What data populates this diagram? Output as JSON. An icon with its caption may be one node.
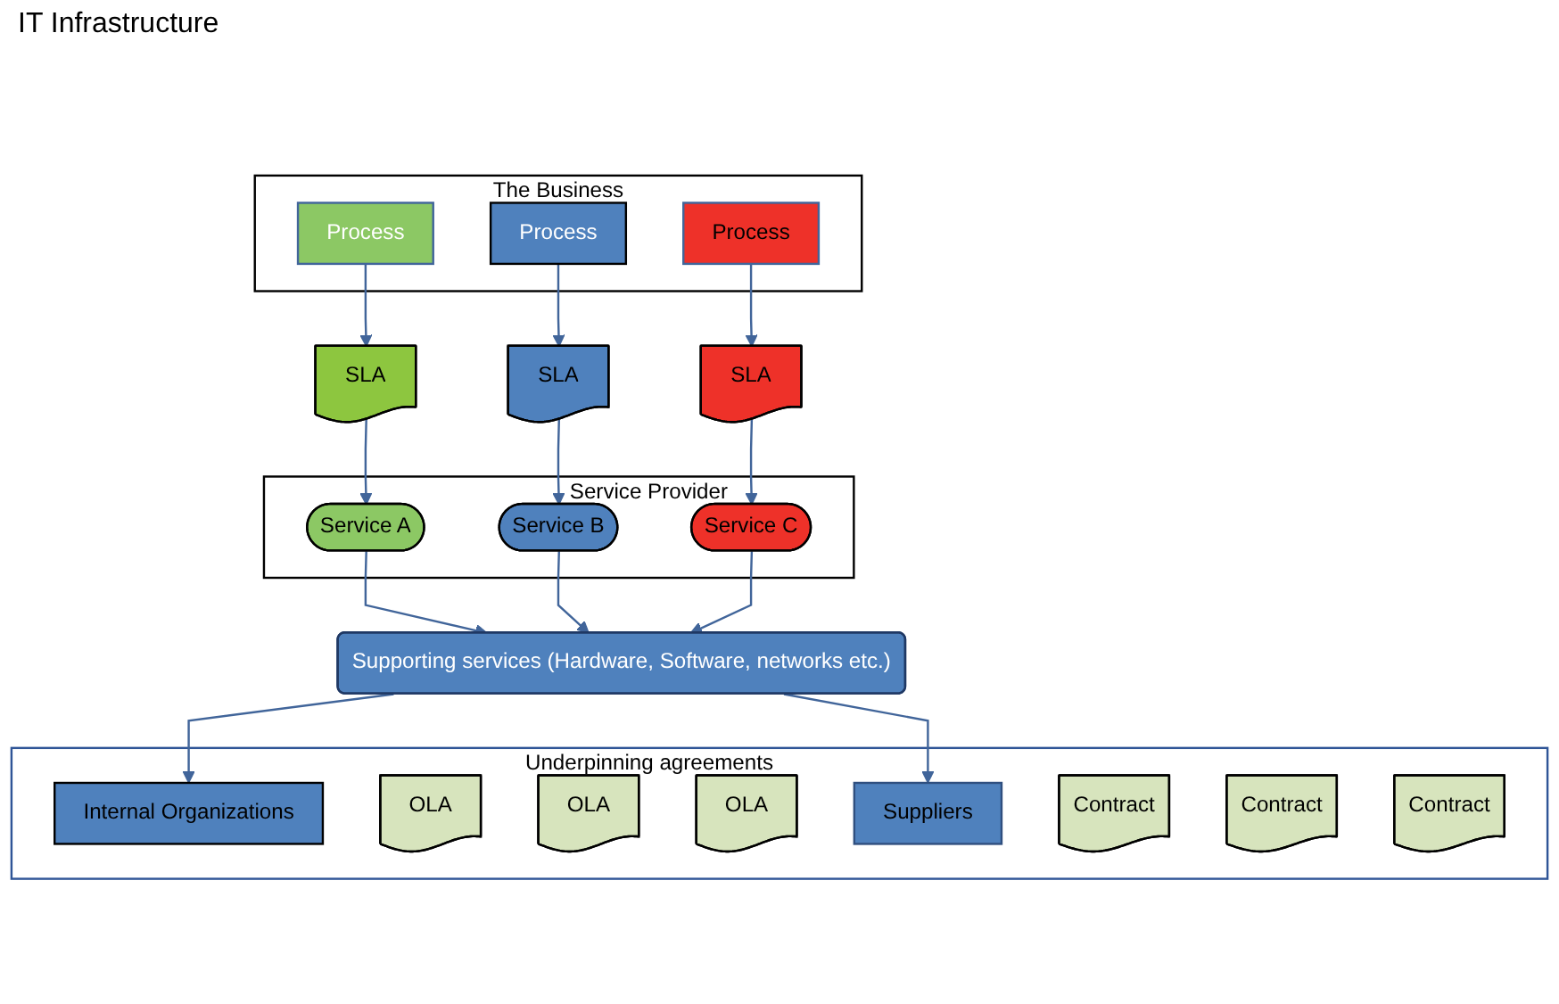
{
  "diagram": {
    "nodes": [
      {
        "text": [
          "The Business"
        ]
      },
      {
        "text": [
          "Process"
        ],
        "in": 0
      },
      {
        "text": [
          "Process"
        ],
        "in": 0
      },
      {
        "text": [
          "Process"
        ],
        "in": 0
      },
      {
        "text": [
          "SLA"
        ]
      },
      {
        "text": [
          "SLA"
        ]
      },
      {
        "text": [
          "SLA"
        ]
      },
      {
        "text": [
          "Service Provider"
        ]
      },
      {
        "text": [
          "Service A"
        ],
        "in": 7
      },
      {
        "text": [
          "Service B"
        ],
        "in": 7
      },
      {
        "text": [
          "Service C"
        ],
        "in": 7
      },
      {
        "text": [
          "Supporting services (Hardware, Software, networks etc.)"
        ]
      },
      {
        "text": [
          "Underpinning agreements"
        ]
      },
      {
        "text": [
          "Internal Organizations"
        ],
        "in": 12
      },
      {
        "text": [
          "OLA"
        ],
        "in": 12
      },
      {
        "text": [
          "OLA"
        ],
        "in": 12
      },
      {
        "text": [
          "OLA"
        ],
        "in": 12
      },
      {
        "text": [
          "Suppliers"
        ],
        "in": 12
      },
      {
        "text": [
          "Contract"
        ],
        "in": 12
      },
      {
        "text": [
          "Contract"
        ],
        "in": 12
      },
      {
        "text": [
          "Contract"
        ],
        "in": 12
      }
    ],
    "edges": [
      {
        "from": 1,
        "to": 4,
        "arrow": "to"
      },
      {
        "from": 2,
        "to": 5,
        "arrow": "to"
      },
      {
        "from": 3,
        "to": 6,
        "arrow": "to"
      },
      {
        "from": 4,
        "to": 8,
        "arrow": "to"
      },
      {
        "from": 5,
        "to": 9,
        "arrow": "to"
      },
      {
        "from": 6,
        "to": 10,
        "arrow": "to"
      },
      {
        "from": 8,
        "to": 11,
        "arrow": "to"
      },
      {
        "from": 9,
        "to": 11,
        "arrow": "to"
      },
      {
        "from": 10,
        "to": 11,
        "arrow": "to"
      },
      {
        "from": 11,
        "to": 13,
        "arrow": "to"
      },
      {
        "from": 11,
        "to": 17,
        "arrow": "to"
      }
    ],
    "labels": [
      "IT Infrastructure"
    ]
  }
}
